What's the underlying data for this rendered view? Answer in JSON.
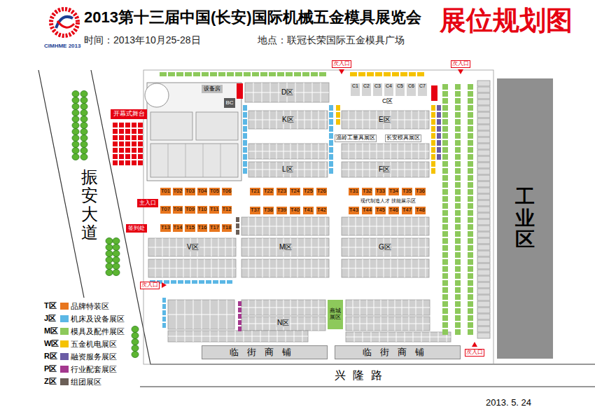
{
  "diagram": {
    "title": "2013第十三届中国(长安)国际机械五金模具展览会",
    "nodes": [
      {
        "text": [
          "开幕式舞台"
        ]
      },
      {
        "text": [
          "主入口"
        ]
      },
      {
        "text": [
          "签到处"
        ]
      },
      {
        "text": [
          "次入口"
        ]
      },
      {
        "text": [
          "次入口"
        ]
      },
      {
        "text": [
          "次入口"
        ]
      },
      {
        "text": [
          "次入口"
        ]
      },
      {
        "text": [
          "工业区"
        ]
      },
      {
        "text": [
          "临街商铺"
        ]
      },
      {
        "text": [
          "临街商铺"
        ]
      },
      {
        "text": [
          "设备房"
        ]
      },
      {
        "text": [
          "温岭工量具展区"
        ]
      },
      {
        "text": [
          "长安模具展区"
        ]
      },
      {
        "text": [
          "现代制造人才 技能展示区"
        ]
      },
      {
        "text": [
          "商城展区"
        ]
      },
      {
        "text": [
          "T01"
        ]
      },
      {
        "text": [
          "T02"
        ]
      },
      {
        "text": [
          "T03"
        ]
      },
      {
        "text": [
          "T04"
        ]
      },
      {
        "text": [
          "T05"
        ]
      },
      {
        "text": [
          "T06"
        ]
      },
      {
        "text": [
          "T07"
        ]
      },
      {
        "text": [
          "T08"
        ]
      },
      {
        "text": [
          "T09"
        ]
      },
      {
        "text": [
          "T10"
        ]
      },
      {
        "text": [
          "T11"
        ]
      },
      {
        "text": [
          "T12"
        ]
      },
      {
        "text": [
          "T13"
        ]
      },
      {
        "text": [
          "T14"
        ]
      },
      {
        "text": [
          "T15"
        ]
      },
      {
        "text": [
          "T16"
        ]
      },
      {
        "text": [
          "T17"
        ]
      },
      {
        "text": [
          "T18"
        ]
      },
      {
        "text": [
          "T21"
        ]
      },
      {
        "text": [
          "T22"
        ]
      },
      {
        "text": [
          "T23"
        ]
      },
      {
        "text": [
          "T24"
        ]
      },
      {
        "text": [
          "T25"
        ]
      },
      {
        "text": [
          "T26"
        ]
      },
      {
        "text": [
          "T31"
        ]
      },
      {
        "text": [
          "T32"
        ]
      },
      {
        "text": [
          "T33"
        ]
      },
      {
        "text": [
          "T34"
        ]
      },
      {
        "text": [
          "T35"
        ]
      },
      {
        "text": [
          "T36"
        ]
      },
      {
        "text": [
          "T37"
        ]
      },
      {
        "text": [
          "T38"
        ]
      },
      {
        "text": [
          "T39"
        ]
      },
      {
        "text": [
          "T40"
        ]
      },
      {
        "text": [
          "T41"
        ]
      },
      {
        "text": [
          "T42"
        ]
      },
      {
        "text": [
          "T43"
        ]
      },
      {
        "text": [
          "T44"
        ]
      },
      {
        "text": [
          "T45"
        ]
      },
      {
        "text": [
          "T46"
        ]
      },
      {
        "text": [
          "T47"
        ]
      },
      {
        "text": [
          "T48"
        ]
      },
      {
        "text": [
          "C1"
        ]
      },
      {
        "text": [
          "C2"
        ]
      },
      {
        "text": [
          "C3"
        ]
      },
      {
        "text": [
          "C4"
        ]
      },
      {
        "text": [
          "C5"
        ]
      },
      {
        "text": [
          "C6"
        ]
      },
      {
        "text": [
          "C7"
        ]
      },
      {
        "text": [
          "BC"
        ]
      }
    ],
    "labels": [
      "展位规划图",
      "时间：2013年10月25-28日",
      "地点：联冠长荣国际五金模具广场",
      "CIMHME 2013",
      "2013. 5. 24",
      "振安大道",
      "兴隆路",
      "D区",
      "C区",
      "E区",
      "K区",
      "L区",
      "F区",
      "M区",
      "G区",
      "V区",
      "N区",
      "T区",
      "J区",
      "M区",
      "W区",
      "R区",
      "P区",
      "Z区"
    ],
    "legend": [
      {
        "text": "品牌特装区",
        "color": "#e8761e"
      },
      {
        "text": "机床及设备展区",
        "color": "#5bb7e5"
      },
      {
        "text": "模具及配件展区",
        "color": "#8dc95b"
      },
      {
        "text": "五金机电展区",
        "color": "#f5c200"
      },
      {
        "text": "融资服务展区",
        "color": "#6b5ca5"
      },
      {
        "text": "行业配套展区",
        "color": "#a4388e"
      },
      {
        "text": "组团展区",
        "color": "#6b5f57"
      }
    ]
  }
}
